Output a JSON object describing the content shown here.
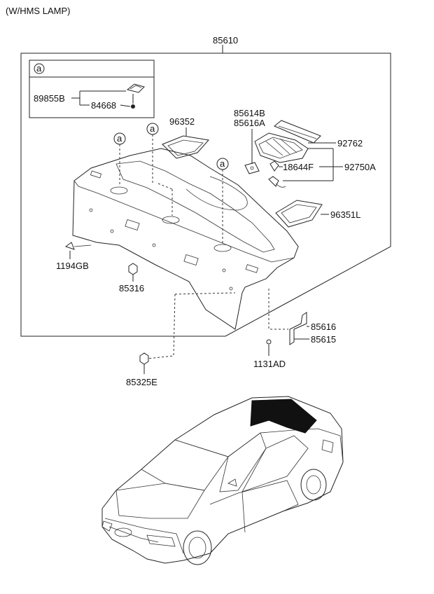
{
  "header": "(W/HMS LAMP)",
  "inset": {
    "callout": "a"
  },
  "callouts": [
    "a",
    "a",
    "a"
  ],
  "parts": {
    "p85610": "85610",
    "p89855B": "89855B",
    "p84668": "84668",
    "p96352": "96352",
    "p85614B": "85614B",
    "p85616A": "85616A",
    "p92762": "92762",
    "p18644F": "18644F",
    "p92750A": "92750A",
    "p96351L": "96351L",
    "p1194GB": "1194GB",
    "p85316": "85316",
    "p85616": "85616",
    "p85615": "85615",
    "p1131AD": "1131AD",
    "p85325E": "85325E"
  },
  "colors": {
    "line": "#222222",
    "highlight": "#111111",
    "paper": "#ffffff"
  }
}
